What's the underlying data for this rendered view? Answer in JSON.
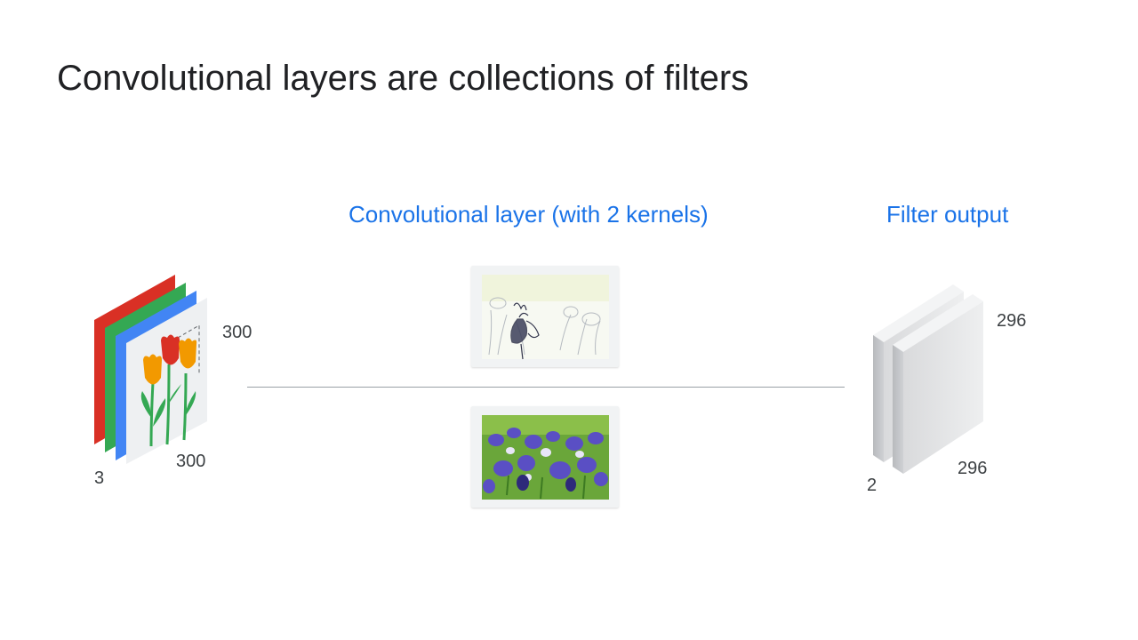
{
  "slide": {
    "title": "Convolutional layers are collections of filters"
  },
  "headings": {
    "conv_layer": "Convolutional layer (with 2 kernels)",
    "filter_output": "Filter output"
  },
  "input": {
    "height": "300",
    "width": "300",
    "channels": "3",
    "channel_colors": [
      "#d93025",
      "#34a853",
      "#4285f4"
    ]
  },
  "kernels": [
    {
      "name": "edge-filter-output-image"
    },
    {
      "name": "iris-photo-image"
    }
  ],
  "output": {
    "height": "296",
    "width": "296",
    "channels": "2"
  }
}
